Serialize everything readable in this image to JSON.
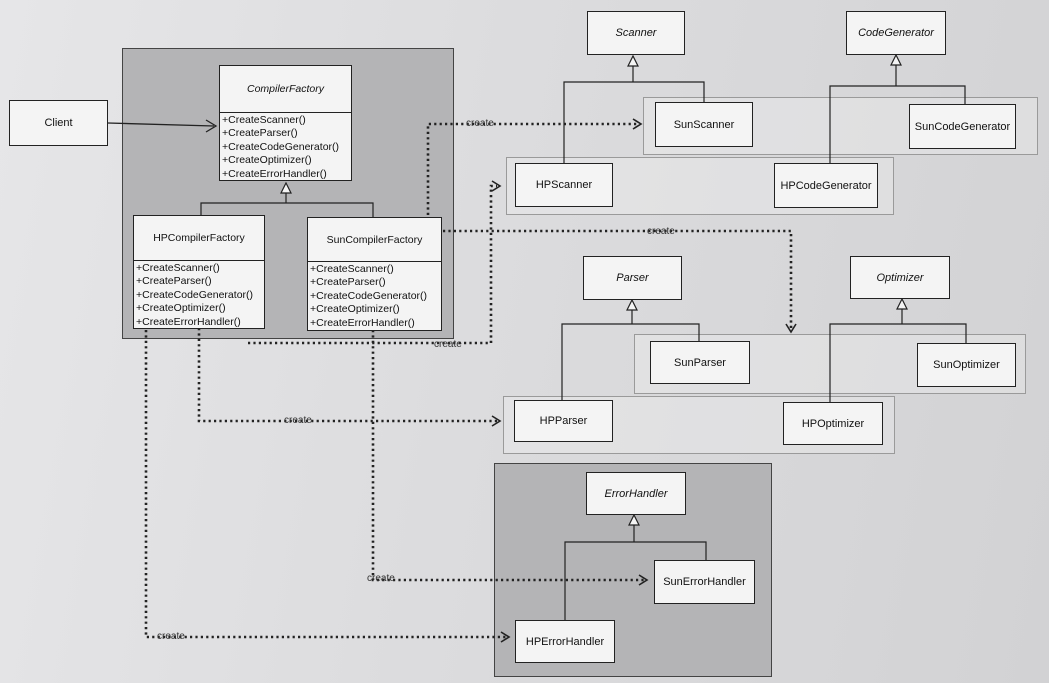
{
  "client": "Client",
  "compiler_factory": {
    "name": "CompilerFactory",
    "operations": [
      "+CreateScanner()",
      "+CreateParser()",
      "+CreateCodeGenerator()",
      "+CreateOptimizer()",
      "+CreateErrorHandler()"
    ]
  },
  "hp_compiler_factory": {
    "name": "HPCompilerFactory",
    "operations": [
      "+CreateScanner()",
      "+CreateParser()",
      "+CreateCodeGenerator()",
      "+CreateOptimizer()",
      "+CreateErrorHandler()"
    ]
  },
  "sun_compiler_factory": {
    "name": "SunCompilerFactory",
    "operations": [
      "+CreateScanner()",
      "+CreateParser()",
      "+CreateCodeGenerator()",
      "+CreateOptimizer()",
      "+CreateErrorHandler()"
    ]
  },
  "abstract_products": {
    "scanner": "Scanner",
    "code_generator": "CodeGenerator",
    "parser": "Parser",
    "optimizer": "Optimizer",
    "error_handler": "ErrorHandler"
  },
  "concrete_products": {
    "sun_scanner": "SunScanner",
    "sun_code_generator": "SunCodeGenerator",
    "hp_scanner": "HPScanner",
    "hp_code_generator": "HPCodeGenerator",
    "sun_parser": "SunParser",
    "sun_optimizer": "SunOptimizer",
    "hp_parser": "HPParser",
    "hp_optimizer": "HPOptimizer",
    "sun_error_handler": "SunErrorHandler",
    "hp_error_handler": "HPErrorHandler"
  },
  "create_label": "create"
}
